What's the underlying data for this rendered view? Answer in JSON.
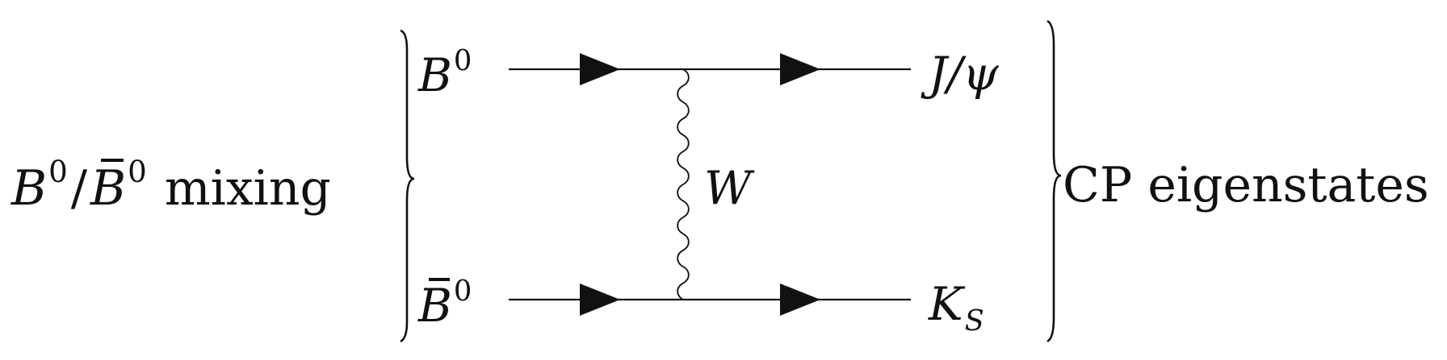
{
  "left_label": {
    "particle_b": "B",
    "sup_b": "0",
    "slash": "/",
    "particle_bbar": "B",
    "sup_bbar": "0",
    "word": "mixing"
  },
  "right_label": "CP eigenstates",
  "top_in": {
    "symbol": "B",
    "sup": "0"
  },
  "bottom_in": {
    "symbol": "B",
    "sup": "0"
  },
  "top_out": "J/ψ",
  "bottom_out": {
    "symbol": "K",
    "sub": "S"
  },
  "exchange": "W",
  "colors": {
    "ink": "#111111",
    "background": "#ffffff"
  }
}
